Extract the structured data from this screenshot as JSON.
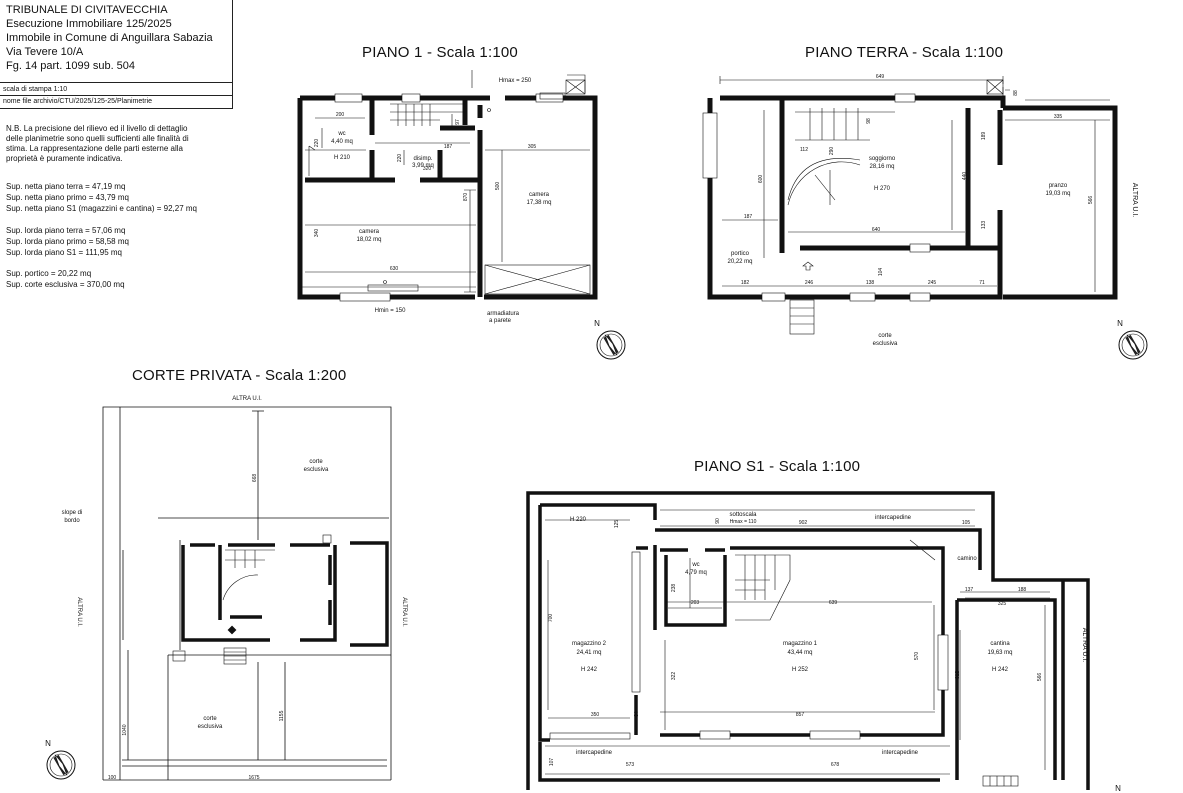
{
  "header": {
    "court": "TRIBUNALE DI CIVITAVECCHIA",
    "case": "Esecuzione Immobiliare 125/2025",
    "property": "Immobile in Comune di Anguillara Sabazia",
    "address": "Via Tevere 10/A",
    "cadastre": "Fg. 14 part. 1099 sub. 504",
    "print_scale": "scala di stampa 1:10",
    "file_name": "nome file archivio/CTU/2025/125-25/Planimetrie"
  },
  "notes": {
    "nb_lines": [
      "N.B. La precisione del rilievo ed il livello di dettaglio",
      "delle planimetrie sono quelli sufficienti alle finalità di",
      "stima. La rappresentazione delle parti esterne alla",
      "proprietà è puramente indicativa."
    ],
    "net": [
      "Sup. netta piano terra = 47,19 mq",
      "Sup. netta piano primo = 43,79 mq",
      "Sup. netta piano S1 (magazzini e cantina) = 92,27 mq"
    ],
    "gross": [
      "Sup. lorda piano terra = 57,06 mq",
      "Sup. lorda piano primo = 58,58 mq",
      "Sup. lorda piano S1 = 111,95 mq"
    ],
    "extra": [
      "Sup. portico = 20,22 mq",
      "Sup. corte esclusiva = 370,00 mq"
    ]
  },
  "plans": {
    "piano1": {
      "title": "PIANO 1 -  Scala 1:100",
      "labels": {
        "wc": "wc",
        "wc_area": "4,40 mq",
        "wc_h": "H 210",
        "disimp": "disimp.",
        "disimp_area": "3,99 mq",
        "camera_a": "camera",
        "camera_a_area": "17,38 mq",
        "camera_b": "camera",
        "camera_b_area": "18,02 mq",
        "hmax": "Hmax = 250",
        "hmin": "Hmin = 150",
        "armadiatura1": "armadiatura",
        "armadiatura2": "a parete"
      },
      "dims": [
        "200",
        "220",
        "97",
        "187",
        "220",
        "320",
        "305",
        "500",
        "870",
        "340",
        "630"
      ]
    },
    "piano_terra": {
      "title": "PIANO TERRA -  Scala 1:100",
      "labels": {
        "soggiorno": "soggiorno",
        "soggiorno_area": "28,16 mq",
        "soggiorno_h": "H 270",
        "pranzo": "pranzo",
        "pranzo_area": "19,03 mq",
        "portico": "portico",
        "portico_area": "20,22 mq",
        "altra": "ALTRA U.I.",
        "corte1": "corte",
        "corte2": "esclusiva"
      },
      "dims": [
        "649",
        "88",
        "335",
        "98",
        "112",
        "290",
        "189",
        "440",
        "600",
        "187",
        "640",
        "133",
        "566",
        "104",
        "182",
        "246",
        "138",
        "245",
        "71"
      ]
    },
    "corte": {
      "title": "CORTE PRIVATA -  Scala 1:200",
      "labels": {
        "altra_top": "ALTRA U.I.",
        "altra_left": "ALTRA U.I.",
        "altra_right": "ALTRA U.I.",
        "corte_top1": "corte",
        "corte_top2": "esclusiva",
        "corte_bot1": "corte",
        "corte_bot2": "esclusiva",
        "scarpata1": "slope di",
        "scarpata2": "bordo"
      },
      "dims": [
        "668",
        "1040",
        "1155",
        "100",
        "1675"
      ]
    },
    "piano_s1": {
      "title": "PIANO S1 -  Scala 1:100",
      "labels": {
        "h220": "H 220",
        "sottoscala": "sottoscala",
        "sottoscala_h": "Hmax = 110",
        "intercapedine_top": "intercapedine",
        "intercapedine_bl": "intercapedine",
        "intercapedine_br": "intercapedine",
        "camino": "camino",
        "wc": "wc",
        "wc_area": "4,79 mq",
        "magazzino2": "magazzino 2",
        "magazzino2_area": "24,41 mq",
        "magazzino2_h": "H 242",
        "magazzino1": "magazzino 1",
        "magazzino1_area": "43,44 mq",
        "magazzino1_h": "H 252",
        "cantina": "cantina",
        "cantina_area": "19,63 mq",
        "cantina_h": "H 242",
        "altra": "ALTRA U.I."
      },
      "dims": [
        "125",
        "90",
        "902",
        "105",
        "238",
        "203",
        "639",
        "137",
        "188",
        "325",
        "700",
        "322",
        "570",
        "612",
        "566",
        "350",
        "94",
        "857",
        "107",
        "573",
        "678"
      ]
    }
  },
  "compass_label": "N"
}
